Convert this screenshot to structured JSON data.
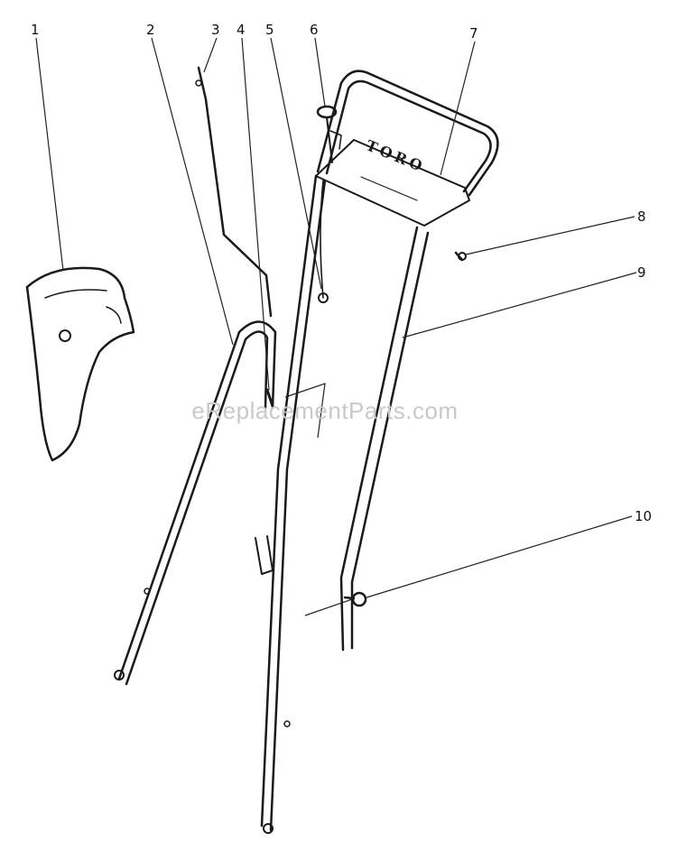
{
  "callouts": [
    "1",
    "2",
    "3",
    "4",
    "5",
    "6",
    "7",
    "8",
    "9",
    "10"
  ],
  "brand_label": "TORO",
  "watermark": "eReplacementParts.com",
  "colors": {
    "line": "#1a1a1a",
    "watermark": "#c9c9c9",
    "background": "#ffffff"
  }
}
